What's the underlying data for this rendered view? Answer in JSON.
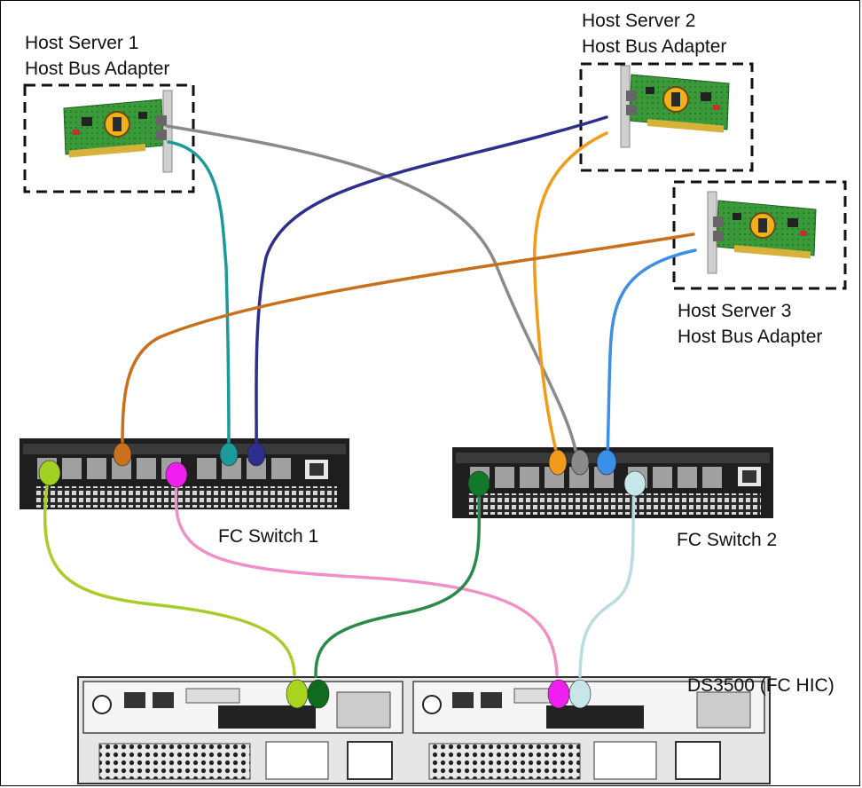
{
  "labels": {
    "host1": [
      "Host Server 1",
      "Host Bus Adapter"
    ],
    "host2": [
      "Host Server 2",
      "Host Bus Adapter"
    ],
    "host3": [
      "Host Server 3",
      "Host Bus Adapter"
    ],
    "switch1": "FC Switch 1",
    "switch2": "FC Switch 2",
    "storage": "DS3500 (FC HIC)"
  },
  "cable_colors": {
    "host1_port1_to_switch2": "#8a8a8a",
    "host1_port2_to_switch1": "#1c9a9a",
    "host2_port1_to_switch1": "#2e2e8c",
    "host2_port2_to_switch2": "#f29a1a",
    "host3_port1_to_switch1": "#c8701c",
    "host3_port2_to_switch2": "#3b8fe8",
    "switch1_to_storage_ctrl1": "#a8cc2a",
    "switch1_to_storage_ctrl2": "#f090c8",
    "switch2_to_storage_ctrl1": "#2a8a4a",
    "switch2_to_storage_ctrl2": "#b8dde0"
  },
  "connector_colors": {
    "sw1_lime": "#a3d122",
    "sw1_magenta": "#f01ef0",
    "sw2_green": "#117a2a",
    "sw2_lightblue": "#c6e6ea",
    "st_lime": "#a8d41e",
    "st_darkgreen": "#0e6b20",
    "st_magenta": "#f01ef0",
    "st_lightblue": "#c6e6ea"
  }
}
